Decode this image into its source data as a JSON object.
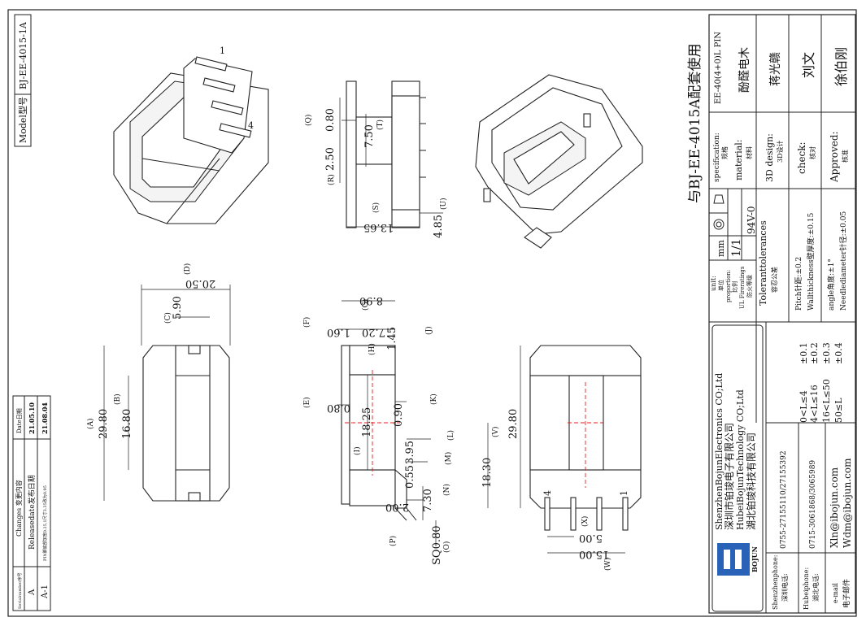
{
  "model_box": {
    "label": "Model型号",
    "value": "BJ-EE-4015-1A"
  },
  "changes_table": {
    "header_serial": "Serialnumber序号",
    "header_changes": "Changes 变更内容",
    "header_date": "Date日期",
    "rows": [
      {
        "serial": "A",
        "change": "Releasedate发布日期",
        "date": "21.05.10"
      },
      {
        "serial": "A-1",
        "change": "PIN脚底部加宽0.25,1尺寸3.35改为0.95",
        "date": "21.08.04"
      }
    ]
  },
  "pin_labels": {
    "p1": "1",
    "p4": "4"
  },
  "dims": {
    "Q": "0.80",
    "R": "2.50",
    "T": "7.50",
    "S": "13.65",
    "U": "4.85",
    "D": "20.50",
    "C": "5.90",
    "A": "29.80",
    "B": "16.80",
    "G": "8.90",
    "F": "1.60",
    "H": "7.20",
    "J": "1.45",
    "E": "0.80",
    "K": "0.90",
    "I": "18.25",
    "L": "3.95",
    "M": "0.55",
    "N": "7.30",
    "P": "2.00",
    "O": "SQ0.80",
    "V_inner": "18.30",
    "V": "29.80",
    "X": "5.00",
    "W": "15.00"
  },
  "dim_letters": [
    "(Q)",
    "(R)",
    "(T)",
    "(S)",
    "(U)",
    "(D)",
    "(C)",
    "(A)",
    "(B)",
    "(G)",
    "(F)",
    "(H)",
    "(J)",
    "(E)",
    "(K)",
    "(I)",
    "(L)",
    "(M)",
    "(N)",
    "(P)",
    "(O)",
    "(V)",
    "(X)",
    "(W)"
  ],
  "note_side": "与BJ-EE-4015A配套使用",
  "title_block": {
    "spec_label": "specification:",
    "spec_cn": "规格",
    "spec_value": "EE-40(4+0)L PIN",
    "material_label": "material:",
    "material_cn": "材料",
    "material_value": "酚醛电木",
    "design_label": "3D design:",
    "design_cn": "3D设计",
    "design_value": "蒋光赣",
    "check_label": "check:",
    "check_cn": "核对",
    "check_value": "刘文",
    "approved_label": "Approved:",
    "approved_cn": "核准",
    "approved_value": "徐伯刚",
    "unit_label": "unit:",
    "unit_cn": "单位",
    "unit_value": "mm",
    "proportion_label": "proportion:",
    "proportion_cn": "比例",
    "proportion_value": "1/1",
    "ul_label": "UL Fireratings",
    "ul_cn": "防火等级",
    "ul_value": "94V-0",
    "tol_title": "Toleranttolerances",
    "tol_cn": "容忍公差",
    "tol_rows": [
      {
        "range": "0<L≤4",
        "value": "±0.1"
      },
      {
        "range": "4<L≤16",
        "value": "±0.2"
      },
      {
        "range": "16<L≤50",
        "value": "±0.3"
      },
      {
        "range": "50≤L",
        "value": "±0.4"
      }
    ],
    "tol_pitch": "Pitch针距:±0.2",
    "tol_wall": "Wallthickness壁厚度:±0.15",
    "tol_angle": "angle角度:±1°",
    "tol_needle": "Needlediameter针径:±0.05",
    "company_en1": "ShenzhenBojunElectronics CO;Ltd",
    "company_cn1": "深圳市铂竣电子有限公司",
    "company_en2": "HubeiBojunTechnology CO;Ltd",
    "company_cn2": "湖北铂竣科技有限公司",
    "logo_text": "BOJUN",
    "sz_phone_label": "Shenzhenphone:",
    "sz_phone_cn": "深圳电话:",
    "sz_phone": "0755-27155110/27155392",
    "hb_phone_label": "Hubeiphone:",
    "hb_phone_cn": "湖北电话:",
    "hb_phone": "0715-3061868/3065989",
    "email_label": "e-mail",
    "email_cn": "电子邮件",
    "email1": "Xln@ibojun.com",
    "email2": "Wdm@ibojun.com"
  }
}
